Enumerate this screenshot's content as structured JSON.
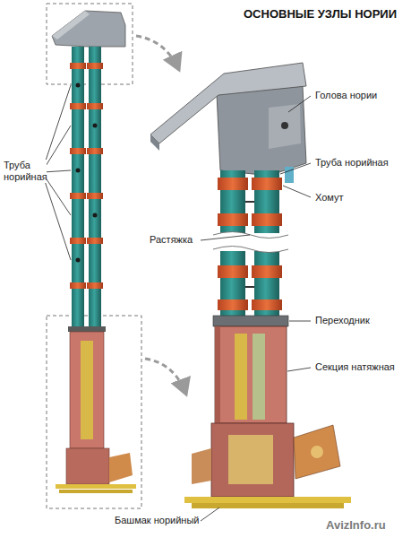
{
  "diagram": {
    "title": "ОСНОВНЫЕ УЗЛЫ НОРИИ",
    "labels": [
      "Труба норийная",
      "Голова нории",
      "Труба норийная",
      "Хомут",
      "Растяжка",
      "Переходник",
      "Секция натяжная",
      "Башмак норийный",
      "AvizInfo.ru"
    ]
  }
}
